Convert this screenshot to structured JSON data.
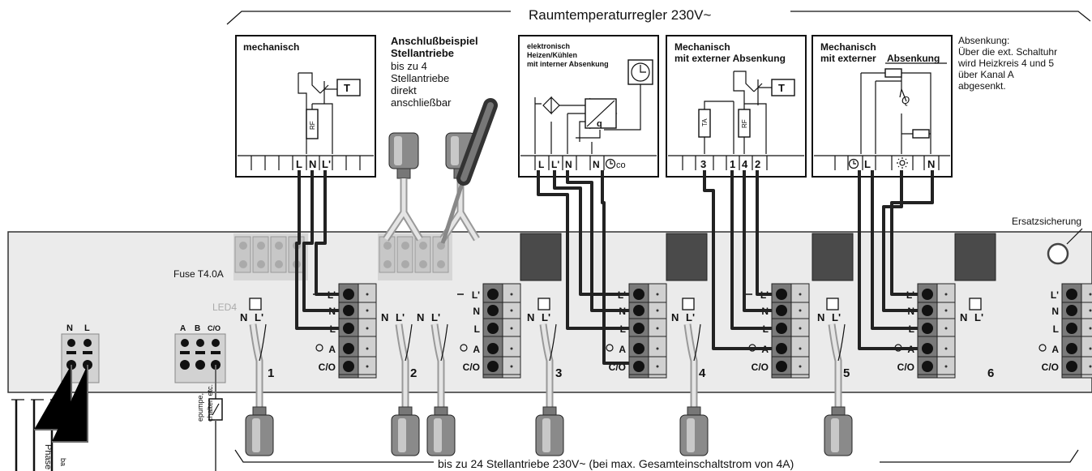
{
  "title": "Raumtemperaturregler 230V~",
  "bottom_label": "bis zu 24 Stellantriebe 230V~ (bei max. Gesamteinschaltstrom von 4A)",
  "fuse_label": "Fuse T4.0A",
  "led_label": "LED4",
  "spare_fuse_label": "Ersatzsicherung",
  "controllers": {
    "mech": {
      "title": "mechanisch",
      "terminals": [
        "L",
        "N",
        "L'"
      ],
      "rf": "RF",
      "t": "T"
    },
    "elec": {
      "title": "elektronisch",
      "line2": "Heizen/Kühlen",
      "line3": "mit interner Absenkung",
      "terminals": [
        "L",
        "L'",
        "N",
        "N",
        "co"
      ],
      "q": "q"
    },
    "ext1": {
      "title": "Mechanisch",
      "line2": "mit externer Absenkung",
      "terminals": [
        "3",
        "1",
        "4",
        "2"
      ],
      "ta": "TA",
      "rf": "RF",
      "t": "T"
    },
    "ext2": {
      "title": "Mechanisch",
      "line2": "mit externer",
      "line2b": "Absenkung",
      "terminals": [
        "L",
        "N"
      ]
    }
  },
  "example": {
    "title1": "Anschlußbeispiel",
    "title2": "Stellantriebe",
    "l1": "bis zu 4",
    "l2": "Stellantriebe",
    "l3": "direkt",
    "l4": "anschließbar"
  },
  "note": {
    "l1": "Absenkung:",
    "l2": "Über die ext. Schaltuhr",
    "l3": "wird Heizkreis 4 und 5",
    "l4": "über Kanal A",
    "l5": "abgesenkt."
  },
  "zones": [
    "1",
    "2",
    "3",
    "4",
    "5",
    "6"
  ],
  "block_labels": [
    "L'",
    "N",
    "L",
    "A",
    "C/O"
  ],
  "actuator_labels": {
    "n": "N",
    "l": "L'"
  },
  "power_labels": {
    "n": "N",
    "l": "L"
  },
  "aux_labels": {
    "a": "A",
    "b": "B",
    "co": "C/O"
  },
  "left_labels": {
    "phase": "Phase",
    "ba": "ba",
    "pump1": "epumpe,",
    "pump2": "chalter, etc."
  }
}
